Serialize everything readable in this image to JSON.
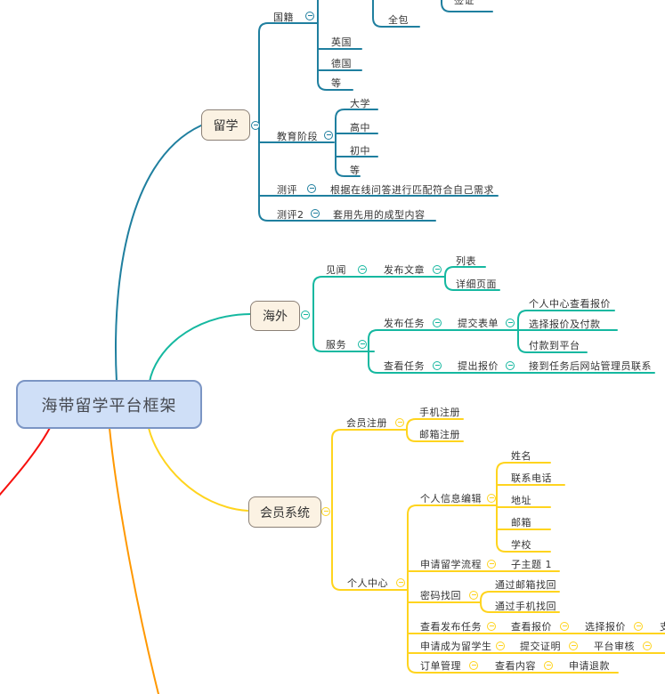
{
  "colors": {
    "branch-liuxue": "#1f7f9f",
    "branch-haiwai": "#15b8a0",
    "branch-huiyuan": "#ffd41e",
    "branch-orange": "#ff9800",
    "branch-red": "#f7100d",
    "root-fill": "#cfdff7",
    "root-border": "#7b95c4",
    "root-text": "#45484f",
    "topic-fill": "#fbf2e3",
    "topic-border": "#8b8076",
    "text": "#333333"
  },
  "mindmap": {
    "root": "海带留学平台框架",
    "liuxue": {
      "label": "留学",
      "guoji": {
        "label": "国籍",
        "qianzheng": "签证",
        "quanbao": "全包",
        "yingguo": "英国",
        "deguo": "德国",
        "deng": "等"
      },
      "jiaoyu": {
        "label": "教育阶段",
        "daxue": "大学",
        "gaozhong": "高中",
        "chuzhong": "初中",
        "deng": "等"
      },
      "ceping": {
        "label": "测评",
        "desc": "根据在线问答进行匹配符合自己需求"
      },
      "ceping2": {
        "label": "测评2",
        "desc": "套用先用的成型内容"
      }
    },
    "haiwai": {
      "label": "海外",
      "jianwen": {
        "label": "见闻",
        "fabuwenzhang": "发布文章",
        "liebiao": "列表",
        "xiangxi": "详细页面"
      },
      "fuwu": {
        "label": "服务",
        "fabu": "发布任务",
        "tijiao": "提交表单",
        "baojia1": "个人中心查看报价",
        "baojia2": "选择报价及付款",
        "baojia3": "付款到平台",
        "chakan": "查看任务",
        "tichu": "提出报价",
        "jiedao": "接到任务后网站管理员联系"
      }
    },
    "huiyuan": {
      "label": "会员系统",
      "zhuce": {
        "label": "会员注册",
        "shouji": "手机注册",
        "youxiang": "邮箱注册"
      },
      "gerenzhongxin": {
        "label": "个人中心",
        "xinxi": {
          "label": "个人信息编辑",
          "xingming": "姓名",
          "dianhua": "联系电话",
          "dizhi": "地址",
          "youxiang": "邮箱",
          "xuexiao": "学校"
        },
        "liucheng": {
          "label": "申请留学流程",
          "zizhuti": "子主题 1"
        },
        "mima": {
          "label": "密码找回",
          "youxiang": "通过邮箱找回",
          "shouji": "通过手机找回"
        },
        "renwu": {
          "label": "查看发布任务",
          "baojia": "查看报价",
          "xuanze": "选择报价",
          "zhifu": "支付"
        },
        "liuxuesheng": {
          "label": "申请成为留学生",
          "zhengming": "提交证明",
          "shenhe": "平台审核"
        },
        "dingdan": {
          "label": "订单管理",
          "neirong": "查看内容",
          "tuikuan": "申请退款"
        }
      }
    }
  }
}
